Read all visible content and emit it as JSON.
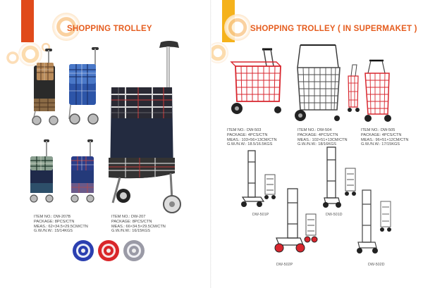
{
  "left_page": {
    "title": "SHOPPING TROLLEY",
    "specs": [
      {
        "lines": [
          "ITEM NO.: DW-207B",
          "PACKAGE: 8PCS/CTN",
          "MEAS.: 62×34.5×29.5CM/CTN",
          "G.W./N.W.: 15/14KGS"
        ]
      },
      {
        "lines": [
          "ITEM NO.: DW-207",
          "PACKAGE: 8PCS/CTN",
          "MEAS.: 66×34.5×29.5CM/CTN",
          "G.W./N.W.: 16/15KGS"
        ]
      }
    ],
    "wheel_colors": [
      "#2b3fb0",
      "#d9262a",
      "#9a9aa6"
    ]
  },
  "right_page": {
    "title": "SHOPPING TROLLEY ( IN SUPERMAKET )",
    "specs": [
      {
        "lines": [
          "ITEM NO.: DW-503",
          "PACKAGE: 4PCS/CTN",
          "MEAS.: 103×56×13CM/CTN",
          "G.W./N.W.: 18.5/16.5KGS"
        ]
      },
      {
        "lines": [
          "ITEM NO.: DW-504",
          "PACKAGE: 4PCS/CTN",
          "MEAS.: 102×51×13CM/CTN",
          "G.W./N.W.: 18/16KGS"
        ]
      },
      {
        "lines": [
          "ITEM NO.: DW-505",
          "PACKAGE: 4PCS/CTN",
          "MEAS.: 96×51×12CM/CTN",
          "G.W./N.W.: 17/15KGS"
        ]
      }
    ],
    "captions": [
      "DW-501P",
      "DW-501D",
      "DW-502P",
      "DW-502D"
    ]
  },
  "colors": {
    "title_orange": "#e55d1f",
    "bar_red": "#e04a1a",
    "bar_yellow": "#f5b21b",
    "basket_red": "#d8262e",
    "basket_dark": "#4a4a4a",
    "fabric_navy": "#1f2a4a",
    "fabric_blue": "#2d55a8",
    "fabric_brown": "#6b4a2f"
  }
}
